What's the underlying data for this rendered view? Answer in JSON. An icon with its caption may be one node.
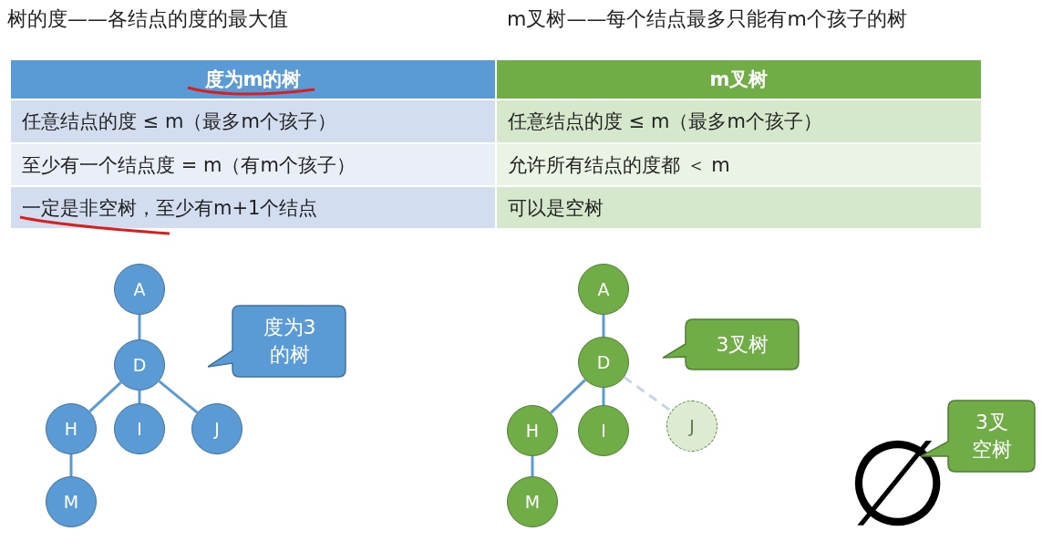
{
  "diagram": {
    "nodes": [
      {
        "text": [
          "A"
        ]
      },
      {
        "text": [
          "D"
        ]
      },
      {
        "text": [
          "H"
        ]
      },
      {
        "text": [
          "I"
        ]
      },
      {
        "text": [
          "J"
        ]
      },
      {
        "text": [
          "M"
        ]
      },
      {
        "text": [
          "度为3的树"
        ]
      },
      {
        "text": [
          "A"
        ]
      },
      {
        "text": [
          "D"
        ]
      },
      {
        "text": [
          "H"
        ]
      },
      {
        "text": [
          "I"
        ]
      },
      {
        "text": [
          "J"
        ]
      },
      {
        "text": [
          "M"
        ]
      },
      {
        "text": [
          "3叉树"
        ]
      },
      {
        "text": [
          "3叉空树"
        ]
      }
    ],
    "edges": [
      {
        "from": 0,
        "to": 1,
        "arrow": "none"
      },
      {
        "from": 1,
        "to": 2,
        "arrow": "none"
      },
      {
        "from": 1,
        "to": 3,
        "arrow": "none"
      },
      {
        "from": 1,
        "to": 4,
        "arrow": "none"
      },
      {
        "from": 2,
        "to": 5,
        "arrow": "none"
      },
      {
        "from": 7,
        "to": 8,
        "arrow": "none"
      },
      {
        "from": 8,
        "to": 9,
        "arrow": "none"
      },
      {
        "from": 8,
        "to": 10,
        "arrow": "none"
      },
      {
        "from": 8,
        "to": 11,
        "arrow": "none",
        "style": "dashed",
        "color": "#c5d6ea"
      },
      {
        "from": 9,
        "to": 12,
        "arrow": "none"
      }
    ],
    "labels": [
      "树的度——各结点的度的最大值",
      "m叉树——每个结点最多只能有m个孩子的树",
      "度为m的树",
      "m叉树",
      "任意结点的度 ≤ m（最多m个孩子）",
      "任意结点的度 ≤ m（最多m个孩子）",
      "至少有一个结点度 = m（有m个孩子）",
      "允许所有结点的度都 ＜ m",
      "一定是非空树，至少有m+1个结点",
      "可以是空树",
      "∅"
    ]
  }
}
